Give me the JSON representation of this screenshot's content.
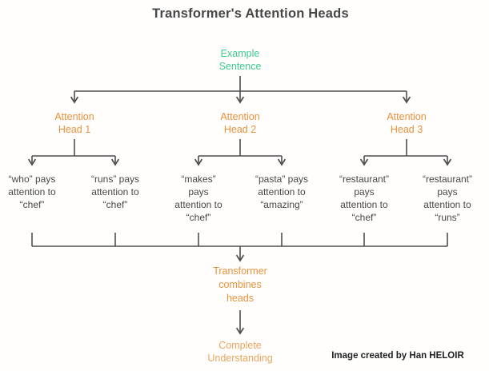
{
  "title": "Transformer's Attention Heads",
  "colors": {
    "bg": "#fffefd",
    "accent-green": "#3ecb90",
    "accent-orange": "#e8923c",
    "accent-orange-light": "#eba55e",
    "line-gray": "#4f4f4f",
    "text-dark": "#474747"
  },
  "root": {
    "label": "Example\nSentence"
  },
  "heads": [
    {
      "label": "Attention\nHead 1"
    },
    {
      "label": "Attention\nHead 2"
    },
    {
      "label": "Attention\nHead 3"
    }
  ],
  "attentions": [
    {
      "label": "“who” pays\nattention to\n“chef”"
    },
    {
      "label": "“runs” pays\nattention to\n“chef”"
    },
    {
      "label": "“makes”\npays\nattention to\n“chef”"
    },
    {
      "label": "“pasta” pays\nattention to\n“amazing”"
    },
    {
      "label": "“restaurant”\npays\nattention to\n“chef”"
    },
    {
      "label": "“restaurant”\npays\nattention to\n“runs”"
    }
  ],
  "combiner": {
    "label": "Transformer\ncombines\nheads"
  },
  "result": {
    "label": "Complete\nUnderstanding"
  },
  "attribution": "Image created by Han HELOIR"
}
